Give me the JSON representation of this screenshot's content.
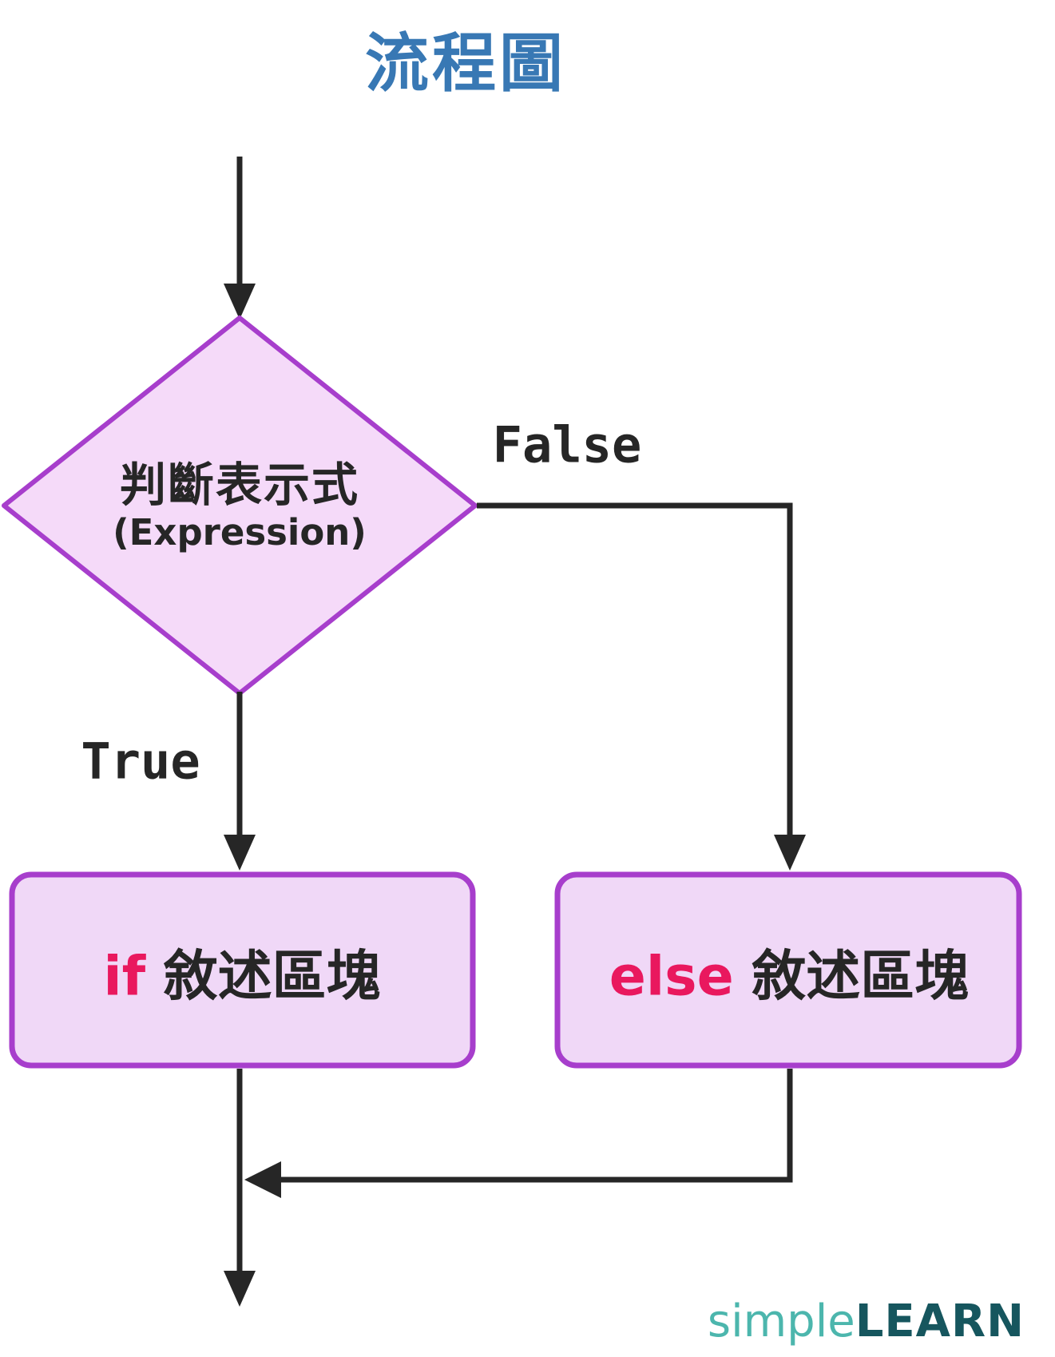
{
  "title": "流程圖",
  "flowchart": {
    "decision": {
      "label": "判斷表示式",
      "sublabel": "(Expression)"
    },
    "true_label": "True",
    "false_label": "False",
    "if_box": {
      "keyword": "if",
      "label": "敘述區塊"
    },
    "else_box": {
      "keyword": "else",
      "label": "敘述區塊"
    }
  },
  "logo": {
    "light": "simple",
    "bold": "LEARN"
  },
  "colors": {
    "title-blue": "#3878b4",
    "shape-border": "#a73ecc",
    "diamond-fill": "#f5daf9",
    "box-fill": "#f0d8f7",
    "ink": "#262626",
    "keyword-crimson": "#e9185e",
    "logo-light-teal": "#4cb6ad",
    "logo-dark-teal": "#16565e"
  }
}
